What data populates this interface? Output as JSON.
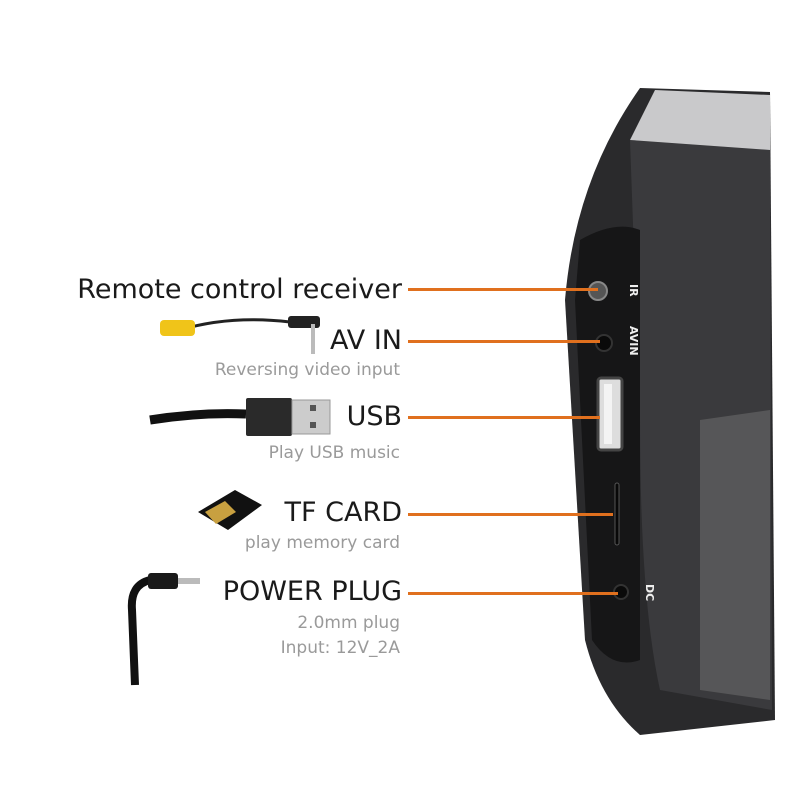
{
  "accent_color": "#e0701e",
  "callouts": [
    {
      "title": "Remote control receiver",
      "subtitle": []
    },
    {
      "title": "AV IN",
      "subtitle": [
        "Reversing video input"
      ]
    },
    {
      "title": "USB",
      "subtitle": [
        "Play USB music"
      ]
    },
    {
      "title": "TF CARD",
      "subtitle": [
        "play memory card"
      ]
    },
    {
      "title": "POWER PLUG",
      "subtitle": [
        "2.0mm plug",
        "Input: 12V_2A"
      ]
    }
  ],
  "port_labels": {
    "ir": "IR",
    "avin": "AVIN",
    "dc": "DC"
  }
}
